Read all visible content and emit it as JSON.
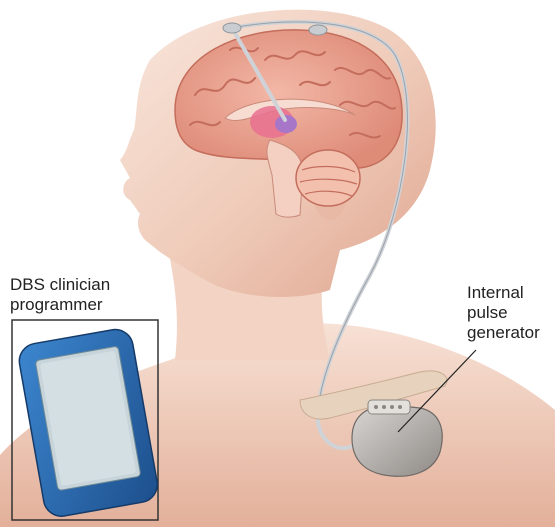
{
  "labels": {
    "programmer_line1": "DBS clinician",
    "programmer_line2": "programmer",
    "ipg_line1": "Internal",
    "ipg_line2": "pulse",
    "ipg_line3": "generator"
  },
  "colors": {
    "skin_light": "#f6ddd0",
    "skin_mid": "#e8b9a4",
    "skin_shadow": "#cf9682",
    "brain": "#eba292",
    "brain_fold": "#c46d5c",
    "cerebellum": "#f2c0ad",
    "lead_wire": "#cfd3d8",
    "device_blue": "#2b6fb5",
    "device_screen": "#c7d4d9",
    "ipg_metal": "#b9b4b0",
    "bone": "#e7d3bd",
    "thalamus_purple": "#a776c8"
  },
  "icons": [
    "head-illustration",
    "brain-icon",
    "lead-wire",
    "programmer-device-icon",
    "pulse-generator-icon"
  ]
}
